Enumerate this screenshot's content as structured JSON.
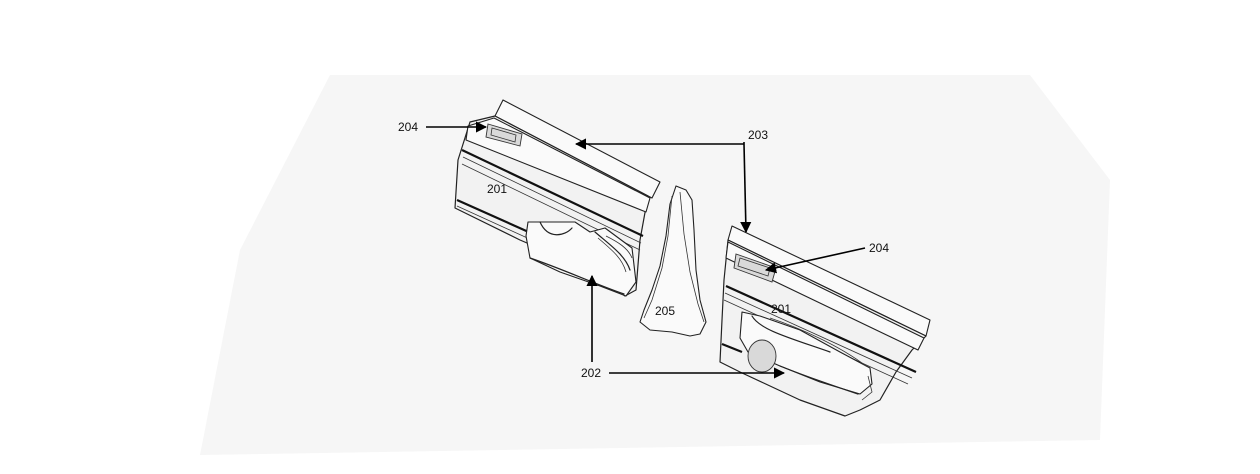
{
  "figure": {
    "labels": {
      "panel_left": "201",
      "panel_right": "201",
      "pocket": "202",
      "strip": "203",
      "handle_left": "204",
      "handle_right": "204",
      "pillar": "205"
    },
    "colors": {
      "background": "#ffffff",
      "shading": "#f4f4f4",
      "line": "#222222",
      "arrow": "#000000"
    }
  }
}
